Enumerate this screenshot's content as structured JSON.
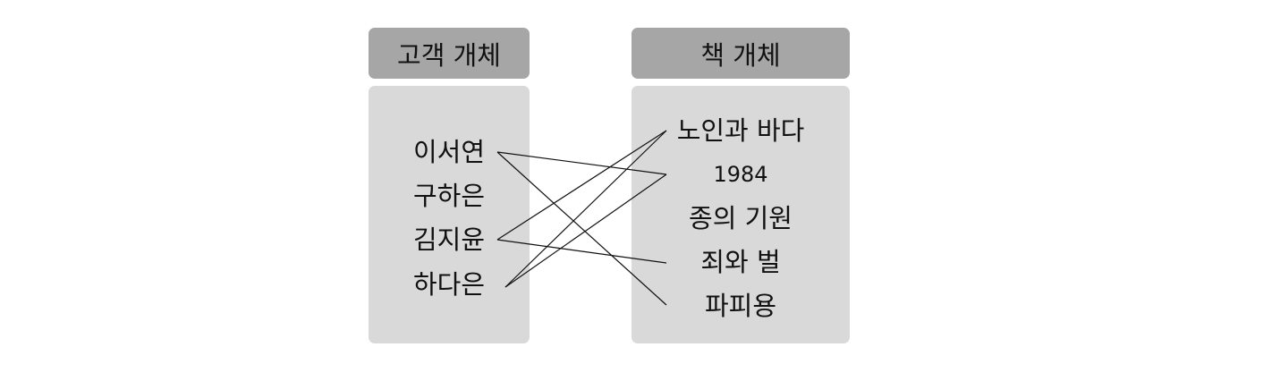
{
  "headers": {
    "customer": "고객 개체",
    "book": "책 개체"
  },
  "customers": [
    "이서연",
    "구하은",
    "김지윤",
    "하다은"
  ],
  "books": [
    "노인과 바다",
    "1984",
    "종의 기원",
    "죄와 벌",
    "파피용"
  ],
  "connections": [
    {
      "customer": 0,
      "book": 1
    },
    {
      "customer": 0,
      "book": 4
    },
    {
      "customer": 2,
      "book": 0
    },
    {
      "customer": 2,
      "book": 3
    },
    {
      "customer": 3,
      "book": 0
    },
    {
      "customer": 3,
      "book": 1
    }
  ]
}
